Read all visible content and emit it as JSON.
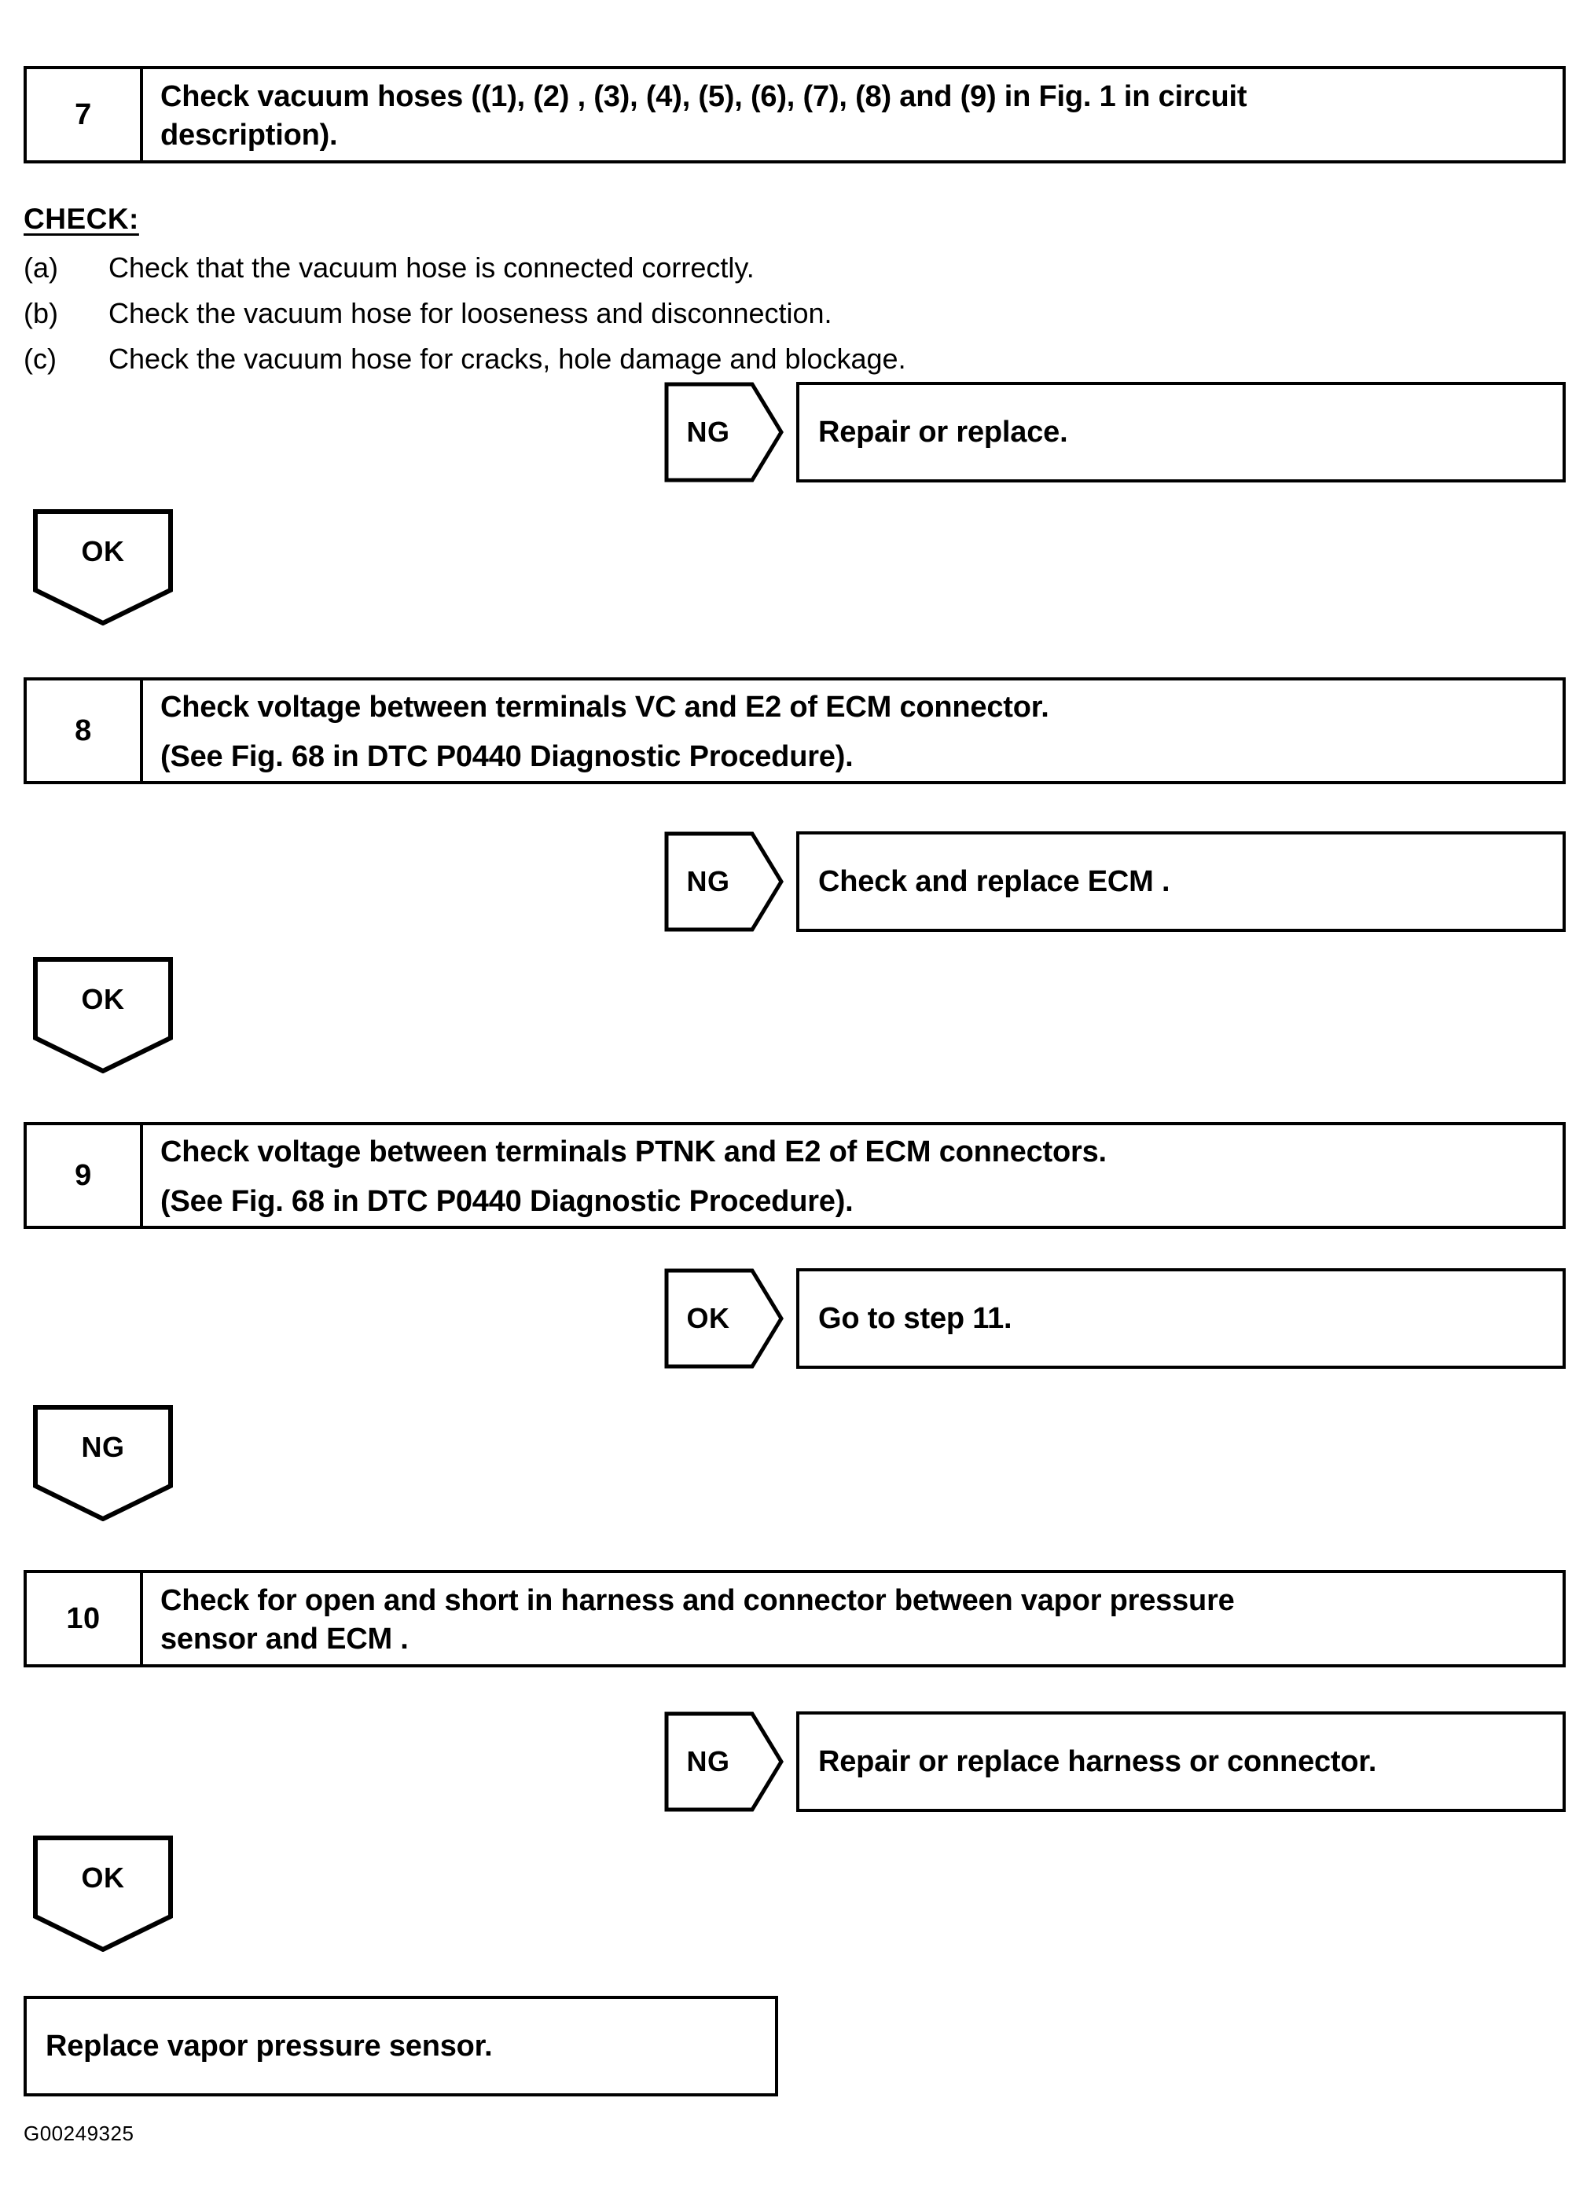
{
  "document": {
    "footer_code": "G00249325"
  },
  "steps": [
    {
      "number": "7",
      "lines": [
        "Check vacuum hoses ((1), (2) , (3), (4), (5), (6), (7), (8) and (9) in Fig. 1 in circuit",
        "description)."
      ]
    },
    {
      "number": "8",
      "lines": [
        "Check voltage between terminals VC and E2 of ECM connector.",
        "(See Fig. 68 in DTC P0440 Diagnostic Procedure)."
      ]
    },
    {
      "number": "9",
      "lines": [
        "Check voltage between terminals PTNK and E2 of ECM connectors.",
        "(See Fig. 68 in DTC P0440 Diagnostic Procedure)."
      ]
    },
    {
      "number": "10",
      "lines": [
        "Check for open and short in harness and connector between vapor pressure",
        "sensor and ECM ."
      ]
    }
  ],
  "check_section": {
    "heading": "CHECK:",
    "items": [
      {
        "marker": "(a)",
        "text": "Check that the vacuum hose is connected correctly."
      },
      {
        "marker": "(b)",
        "text": "Check the vacuum hose for looseness and disconnection."
      },
      {
        "marker": "(c)",
        "text": "Check the vacuum hose for cracks, hole damage and blockage."
      }
    ]
  },
  "branches": {
    "step7_ng": {
      "label": "NG",
      "result": "Repair or replace."
    },
    "step7_ok": {
      "label": "OK"
    },
    "step8_ng": {
      "label": "NG",
      "result": "Check and replace ECM ."
    },
    "step8_ok": {
      "label": "OK"
    },
    "step9_ok_side": {
      "label": "OK",
      "result": "Go to step 11."
    },
    "step9_ng_down": {
      "label": "NG"
    },
    "step10_ng": {
      "label": "NG",
      "result": "Repair or replace harness or connector."
    },
    "step10_ok": {
      "label": "OK"
    }
  },
  "final_action": {
    "text": "Replace vapor pressure sensor."
  }
}
